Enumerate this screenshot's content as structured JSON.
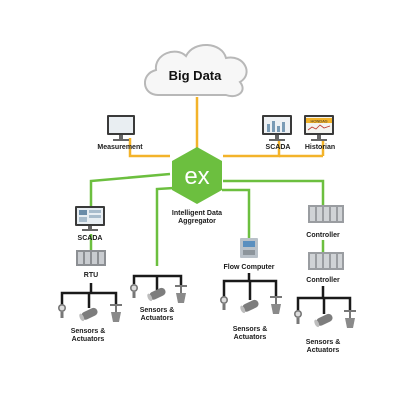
{
  "cloud": {
    "label": "Big Data"
  },
  "aggregator": {
    "logo": "ex",
    "label_line1": "Intelligent Data",
    "label_line2": "Aggregator"
  },
  "top_devices": {
    "measurement": "Measurement",
    "scada": "SCADA",
    "historian": "Historian",
    "historian_screen_text": "HONDAS"
  },
  "branch1": {
    "scada": "SCADA",
    "rtu": "RTU",
    "sensors_line1": "Sensors &",
    "sensors_line2": "Actuators"
  },
  "branch2": {
    "sensors_line1": "Sensors &",
    "sensors_line2": "Actuators"
  },
  "branch3": {
    "flow_computer": "Flow Computer",
    "sensors_line1": "Sensors &",
    "sensors_line2": "Actuators"
  },
  "branch4": {
    "controller_top": "Controller",
    "controller_bottom": "Controller",
    "sensors_line1": "Sensors &",
    "sensors_line2": "Actuators"
  },
  "colors": {
    "green": "#6cbf3f",
    "orange": "#f3b32a",
    "black": "#1a1a1a",
    "cloud_fill": "#f7f7f7",
    "cloud_stroke": "#b8b8b8"
  }
}
